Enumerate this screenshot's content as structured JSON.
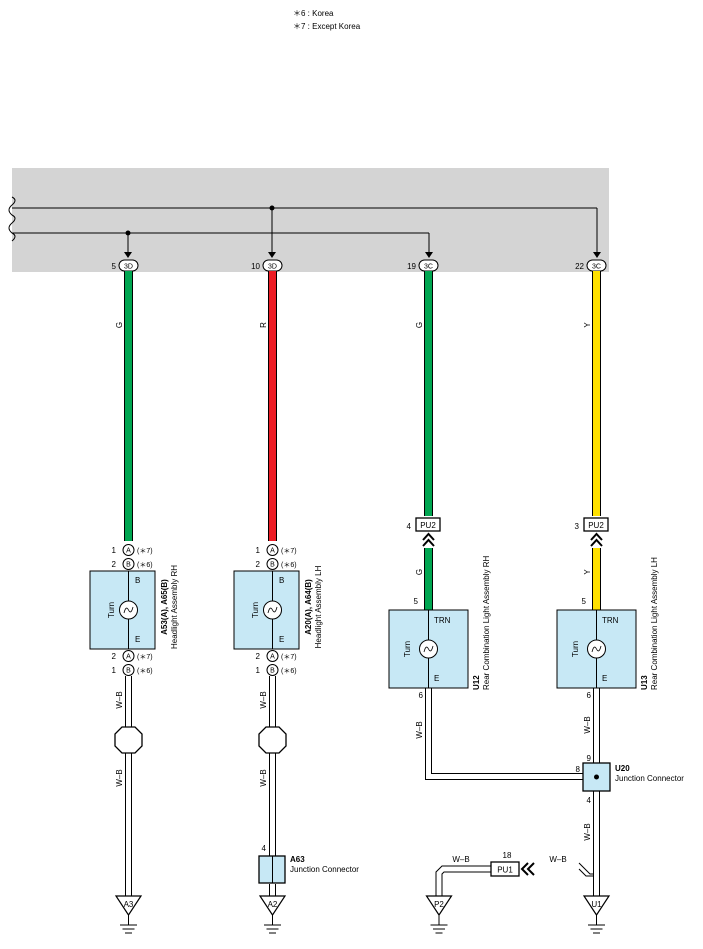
{
  "notes": {
    "n6": "＊6 : Korea",
    "n7": "＊7 : Except Korea"
  },
  "colors": {
    "bus_fill": "#d4d4d4",
    "comp_fill": "#c7e8f5",
    "wire_G": "#00a651",
    "wire_R": "#ed1c24",
    "wire_Y": "#ffe100",
    "wire_WB": "#ffffff"
  },
  "top_pins": [
    {
      "pin": "5",
      "conn": "3D"
    },
    {
      "pin": "10",
      "conn": "3D"
    },
    {
      "pin": "19",
      "conn": "3C"
    },
    {
      "pin": "22",
      "conn": "3C"
    }
  ],
  "wire_labels": {
    "G": "G",
    "R": "R",
    "Y": "Y",
    "WB": "W–B"
  },
  "mini_conn": {
    "A": "A",
    "B": "B",
    "n7": "(＊7)",
    "n6": "(＊6)",
    "p1": "1",
    "p2": "2"
  },
  "comp1": {
    "id": "A53(A), A65(B)",
    "name": "Headlight Assembly RH",
    "inner": "Turn",
    "pin_top": "B",
    "pin_bot": "E"
  },
  "comp2": {
    "id": "A20(A), A64(B)",
    "name": "Headlight Assembly LH",
    "inner": "Turn",
    "pin_top": "B",
    "pin_bot": "E"
  },
  "comp3": {
    "id": "U12",
    "name": "Rear Combination Light Assembly RH",
    "inner": "Turn",
    "pin_top": "TRN",
    "pin_bot": "E",
    "pin_top_num": "5",
    "pin_bot_num": "6"
  },
  "comp4": {
    "id": "U13",
    "name": "Rear Combination Light Assembly LH",
    "inner": "Turn",
    "pin_top": "TRN",
    "pin_bot": "E",
    "pin_top_num": "5",
    "pin_bot_num": "6"
  },
  "pu2_left": {
    "pin": "4",
    "name": "PU2"
  },
  "pu2_right": {
    "pin": "3",
    "name": "PU2"
  },
  "pu1": {
    "pin": "18",
    "name": "PU1"
  },
  "a63": {
    "id": "A63",
    "name": "Junction Connector",
    "pin": "4"
  },
  "u20": {
    "id": "U20",
    "name": "Junction Connector",
    "pin9": "9",
    "pin8": "8",
    "pin4": "4"
  },
  "grounds": [
    "A3",
    "A2",
    "P2",
    "U1"
  ]
}
